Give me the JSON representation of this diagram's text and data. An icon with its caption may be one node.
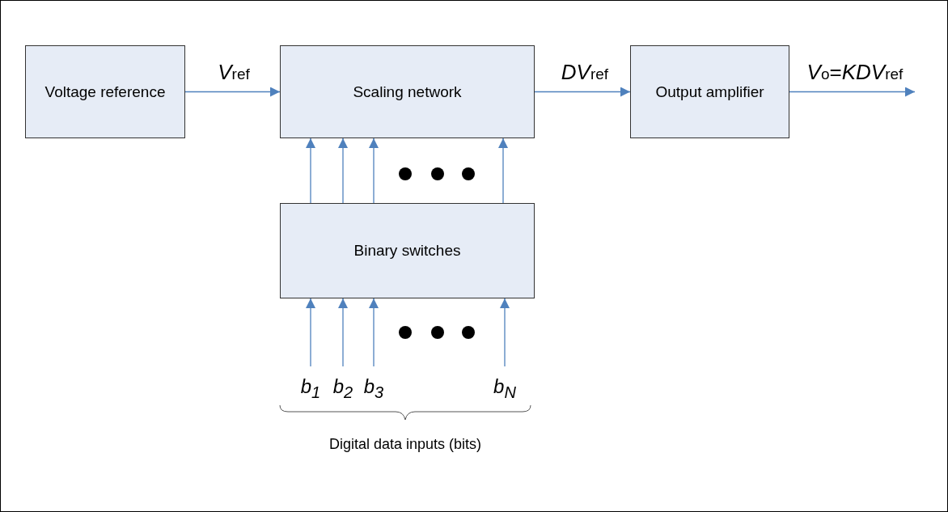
{
  "diagram": {
    "nodes": [
      {
        "text": [
          "Voltage reference"
        ]
      },
      {
        "text": [
          "Scaling network"
        ]
      },
      {
        "text": [
          "Output amplifier"
        ]
      },
      {
        "text": [
          "Binary switches"
        ]
      },
      {
        "text": [
          "b$_{1}$"
        ]
      },
      {
        "text": [
          "b$_{2}$"
        ]
      },
      {
        "text": [
          "b$_{3}$"
        ]
      },
      {
        "text": [
          "b$_{N}$"
        ]
      }
    ],
    "edges": [
      {
        "from": 0,
        "to": 1,
        "arrow": "to",
        "label": "*V*$_{ref}$"
      },
      {
        "from": 1,
        "to": 2,
        "arrow": "to",
        "label": "*DV*$_{ref}$"
      },
      {
        "from": 2,
        "to": null,
        "arrow": "to",
        "label": "*V*$_{o}$=*KDV*$_{ref}$"
      },
      {
        "from": 3,
        "to": 1,
        "arrow": "to"
      },
      {
        "from": 3,
        "to": 1,
        "arrow": "to"
      },
      {
        "from": 3,
        "to": 1,
        "arrow": "to"
      },
      {
        "from": 3,
        "to": 1,
        "arrow": "to"
      },
      {
        "from": 4,
        "to": 3,
        "arrow": "to"
      },
      {
        "from": 5,
        "to": 3,
        "arrow": "to"
      },
      {
        "from": 6,
        "to": 3,
        "arrow": "to"
      },
      {
        "from": 7,
        "to": 3,
        "arrow": "to"
      }
    ],
    "labels": [
      "Digital data inputs (bits)"
    ]
  }
}
